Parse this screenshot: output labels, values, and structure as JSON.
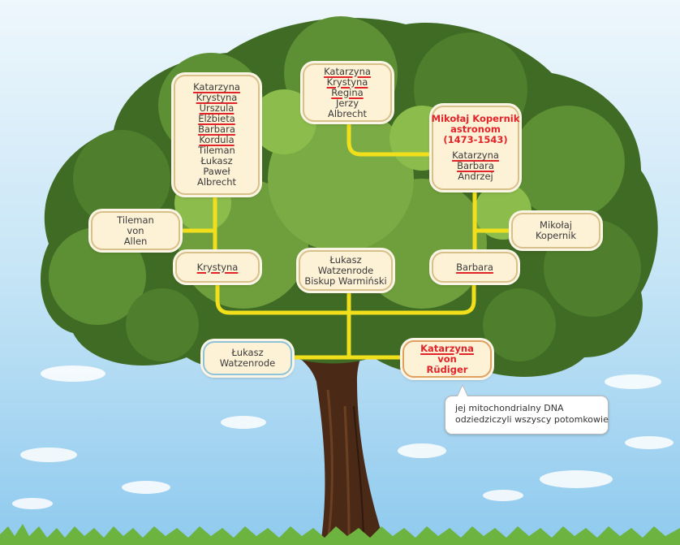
{
  "colors": {
    "sky_top": "#d6ecf7",
    "sky_bottom": "#9fd1ee",
    "foliage_dark": "#3f6b25",
    "foliage_mid": "#5d8f34",
    "foliage_light": "#8cbc4c",
    "trunk": "#4a2a17",
    "connector": "#f2df1c",
    "card_bg": "#fdf1d6",
    "female_underline": "#e0242a",
    "highlight_text": "#e0242a"
  },
  "diagram": {
    "children_krystyna": {
      "names": [
        "Katarzyna",
        "Krystyna",
        "Urszula",
        "Elżbieta",
        "Barbara",
        "Kordula",
        "Tileman",
        "Łukasz",
        "Paweł",
        "Albrecht"
      ],
      "female": [
        true,
        true,
        true,
        true,
        true,
        true,
        false,
        false,
        false,
        false
      ]
    },
    "children_top": {
      "names": [
        "Katarzyna",
        "Krystyna",
        "Regina",
        "Jerzy",
        "Albrecht"
      ],
      "female": [
        true,
        true,
        true,
        false,
        false
      ]
    },
    "kopernik_astronom": {
      "title_line1": "Mikołaj Kopernik",
      "title_line2": "astronom",
      "title_line3": "(1473-1543)",
      "siblings": [
        "Katarzyna",
        "Barbara",
        "Andrzej"
      ],
      "female": [
        true,
        true,
        false
      ]
    },
    "tileman": {
      "lines": [
        "Tileman",
        "von",
        "Allen"
      ]
    },
    "krystyna": {
      "name": "Krystyna"
    },
    "lukasz_biskup": {
      "lines": [
        "Łukasz",
        "Watzenrode",
        "Biskup Warmiński"
      ]
    },
    "barbara": {
      "name": "Barbara"
    },
    "mikolaj_ojciec": {
      "lines": [
        "Mikołaj",
        "Kopernik"
      ]
    },
    "lukasz_watzenrode": {
      "lines": [
        "Łukasz",
        "Watzenrode"
      ]
    },
    "katarzyna_rudiger": {
      "lines": [
        "Katarzyna",
        "von",
        "Rüdiger"
      ]
    },
    "callout": {
      "line1": "jej mitochondrialny DNA",
      "line2": "odziedziczyli wszyscy potomkowie"
    }
  }
}
